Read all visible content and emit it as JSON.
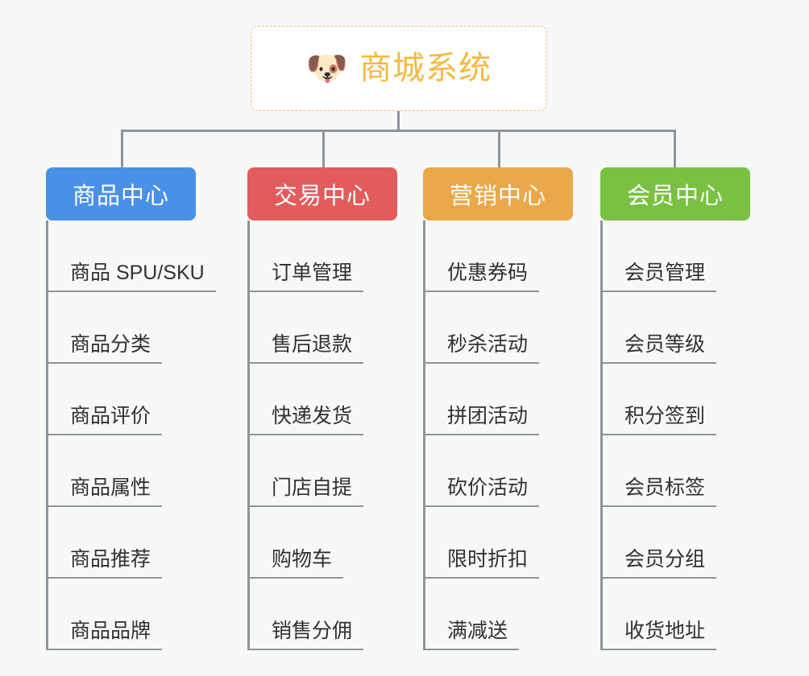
{
  "canvas": {
    "background_color": "#f7f8f8",
    "line_color": "#909399"
  },
  "root": {
    "icon": "dog-face-emoji",
    "emoji": "🐶",
    "title": "商城系统",
    "text_color": "#f5b942",
    "border_color": "#eec06a",
    "background_color": "#ffffff"
  },
  "branches": [
    {
      "title": "商品中心",
      "color": "#4a90e8",
      "items": [
        {
          "label": "商品 SPU/SKU"
        },
        {
          "label": "商品分类"
        },
        {
          "label": "商品评价"
        },
        {
          "label": "商品属性"
        },
        {
          "label": "商品推荐"
        },
        {
          "label": "商品品牌"
        }
      ]
    },
    {
      "title": "交易中心",
      "color": "#e35c5c",
      "items": [
        {
          "label": "订单管理"
        },
        {
          "label": "售后退款"
        },
        {
          "label": "快递发货"
        },
        {
          "label": "门店自提"
        },
        {
          "label": "购物车"
        },
        {
          "label": "销售分佣"
        }
      ]
    },
    {
      "title": "营销中心",
      "color": "#eaa githubd",
      "items": [
        {
          "label": "优惠券码"
        },
        {
          "label": "秒杀活动"
        },
        {
          "label": "拼团活动"
        },
        {
          "label": "砍价活动"
        },
        {
          "label": "限时折扣"
        },
        {
          "label": "满减送"
        }
      ]
    },
    {
      "title": "会员中心",
      "color": "#7ac143",
      "items": [
        {
          "label": "会员管理"
        },
        {
          "label": "会员等级"
        },
        {
          "label": "积分签到"
        },
        {
          "label": "会员标签"
        },
        {
          "label": "会员分组"
        },
        {
          "label": "收货地址"
        }
      ]
    }
  ]
}
